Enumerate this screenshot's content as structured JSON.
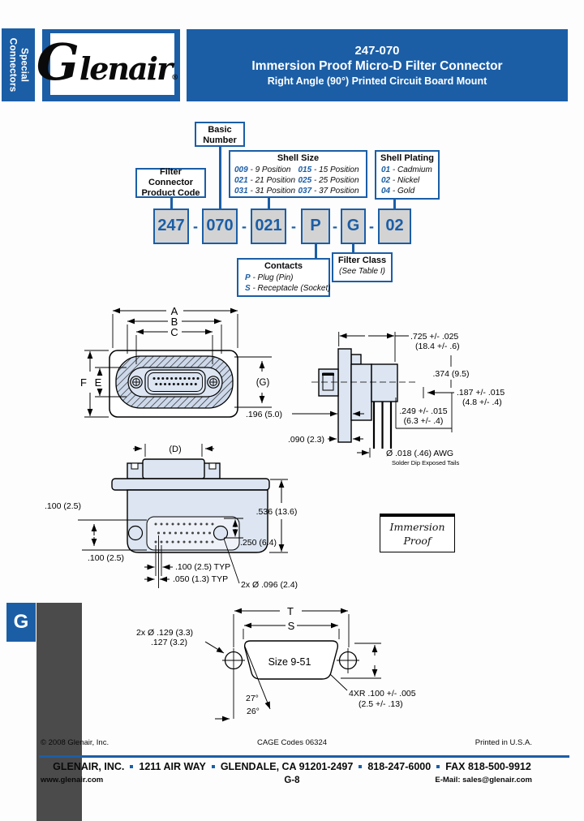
{
  "colors": {
    "brand_blue": "#1b5ea6",
    "box_gray": "#d3d3d3",
    "strip_gray": "#4b4b4b",
    "draw_fill": "#dce5f1",
    "hatch_fill": "#cdd9ea"
  },
  "sidebar": {
    "tab": "Special Connectors",
    "section_tab": "G"
  },
  "logo": {
    "initial": "G",
    "rest": "lenair",
    "registered": "®"
  },
  "header": {
    "part_number": "247-070",
    "title": "Immersion Proof Micro-D Filter Connector",
    "subtitle": "Right Angle (90°) Printed Circuit Board Mount"
  },
  "builder": {
    "basic_number": "Basic Number",
    "product_code": "Filter Connector Product Code",
    "separator": "-",
    "part_segments": [
      "247",
      "070",
      "021",
      "P",
      "G",
      "02"
    ],
    "shell_size": {
      "title": "Shell Size",
      "options": [
        {
          "code": "009",
          "desc": "- 9 Position"
        },
        {
          "code": "015",
          "desc": "- 15 Position"
        },
        {
          "code": "021",
          "desc": "- 21 Position"
        },
        {
          "code": "025",
          "desc": "- 25 Position"
        },
        {
          "code": "031",
          "desc": "- 31 Position"
        },
        {
          "code": "037",
          "desc": "- 37 Position"
        }
      ]
    },
    "shell_plating": {
      "title": "Shell Plating",
      "options": [
        {
          "code": "01",
          "desc": "- Cadmium"
        },
        {
          "code": "02",
          "desc": "- Nickel"
        },
        {
          "code": "04",
          "desc": "- Gold"
        }
      ]
    },
    "contacts": {
      "title": "Contacts",
      "options": [
        {
          "code": "P",
          "desc": "- Plug (Pin)"
        },
        {
          "code": "S",
          "desc": "- Receptacle (Socket)"
        }
      ]
    },
    "filter_class": {
      "title": "Filter Class",
      "note": "(See Table I)"
    }
  },
  "drawings": {
    "front": {
      "dim_a": "A",
      "dim_b": "B",
      "dim_c": "C",
      "dim_e": "E",
      "dim_f": "F",
      "dim_g": "(G)"
    },
    "side": {
      "depth": ".725 +/- .025",
      "depth_mm": "(18.4 +/- .6)",
      "height": ".374 (9.5)",
      "tail": ".187 +/- .015",
      "tail_mm": "(4.8 +/- .4)",
      "row": ".249 +/- .015",
      "row_mm": "(6.3 +/- .4)",
      "flange": ".196 (5.0)",
      "offset": ".090 (2.3)",
      "wire": "Ø .018 (.46) AWG",
      "wire_note": "Solder Dip Exposed Tails"
    },
    "rear": {
      "dim_d": "(D)",
      "edge_top": ".100 (2.5)",
      "edge_bottom": ".100 (2.5)",
      "body": ".536 (13.6)",
      "pin_field": ".250 (6.4)",
      "pitch": ".100 (2.5) TYP",
      "stagger": ".050 (1.3) TYP",
      "holes": "2x Ø .096 (2.4)"
    },
    "footprint": {
      "dim_t": "T",
      "dim_s": "S",
      "cutout": "Size 9-51",
      "holes": "2x Ø .129 (3.3)",
      "holes2": ".127 (3.2)",
      "angle1": "27°",
      "angle2": "26°",
      "radius": "4XR .100 +/- .005",
      "radius_mm": "(2.5 +/- .13)"
    },
    "note": "Immersion Proof"
  },
  "footer": {
    "copyright": "© 2008 Glenair, Inc.",
    "cage": "CAGE Codes 06324",
    "printed": "Printed in U.S.A.",
    "company": "GLENAIR, INC.",
    "street": "1211 AIR WAY",
    "city": "GLENDALE, CA 91201-2497",
    "phone": "818-247-6000",
    "fax": "FAX 818-500-9912",
    "web": "www.glenair.com",
    "page": "G-8",
    "email": "E-Mail: sales@glenair.com"
  }
}
